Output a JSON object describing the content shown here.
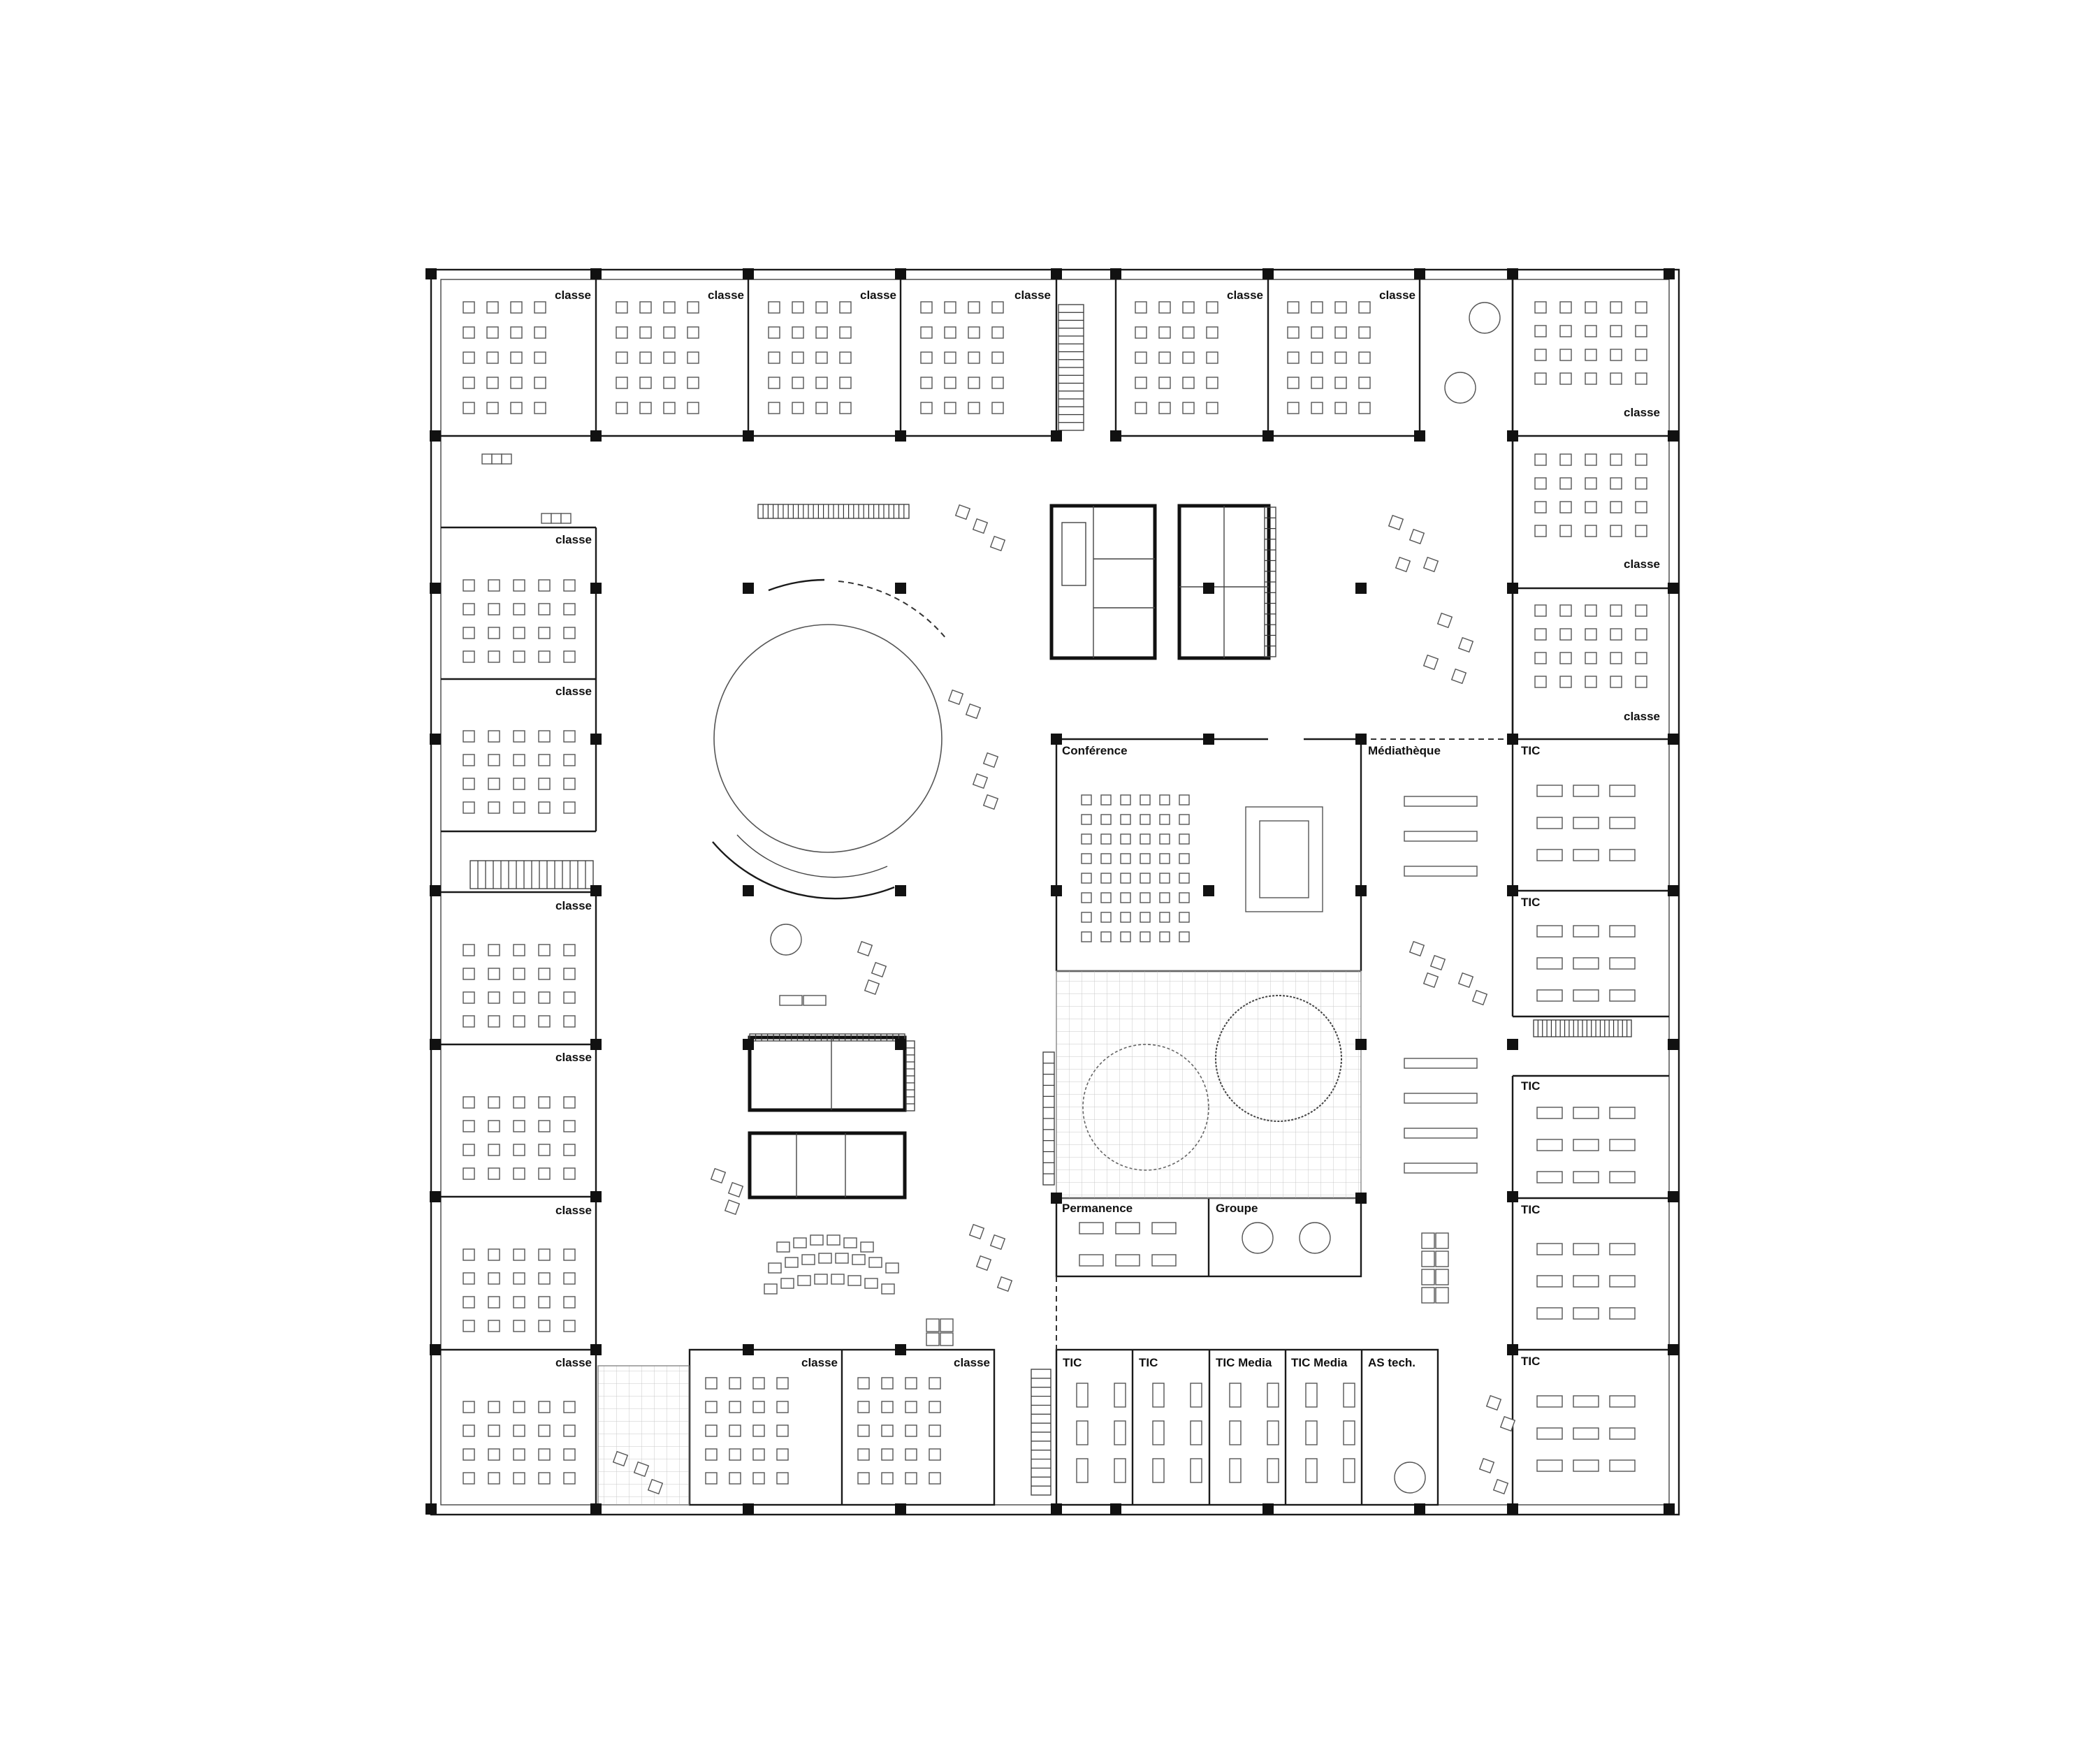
{
  "labels": {
    "classe": "classe",
    "tic": "TIC",
    "tic_media": "TIC Media",
    "as_tech": "AS tech.",
    "conference": "Conférence",
    "mediatheque": "Médiathèque",
    "permanence": "Permanence",
    "groupe": "Groupe"
  },
  "colors": {
    "line": "#1a1a1a",
    "background": "#ffffff"
  }
}
